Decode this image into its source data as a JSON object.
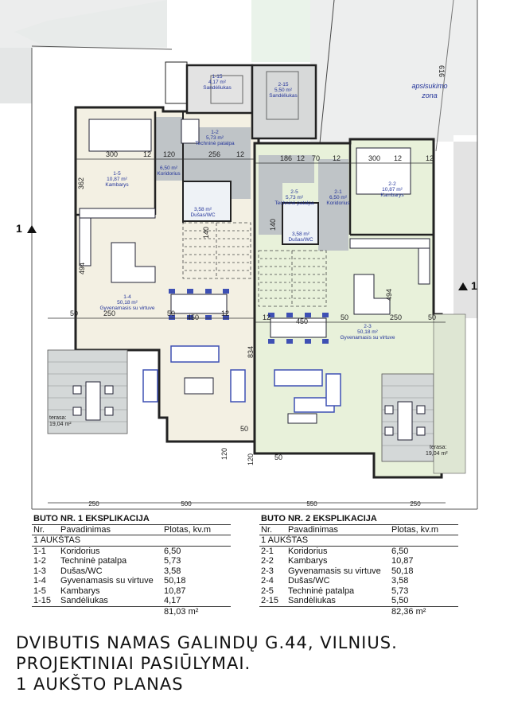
{
  "labels": {
    "apsisukimo": "apsisukimo",
    "zona": "zona",
    "section_marker": "1",
    "terasa_label": "terasa:",
    "terasa_left_area": "19,04 m²",
    "terasa_right_area": "19,04 m²",
    "bottom_dims_left": [
      "250",
      "500"
    ],
    "bottom_dims_right": [
      "550",
      "250"
    ]
  },
  "rooms": {
    "r1_15": {
      "code": "1-15",
      "area": "4,17 m²",
      "name": "Sandėliukas"
    },
    "r2_15": {
      "code": "2-15",
      "area": "5,50 m²",
      "name": "Sandėliukas"
    },
    "r1_2": {
      "code": "1-2",
      "area": "5,73 m²",
      "name": "Techninė patalpa"
    },
    "r1_1": {
      "area": "6,50 m²",
      "name": "Koridorius"
    },
    "r1_5": {
      "code": "1-5",
      "area": "10,87 m²",
      "name": "Kambarys"
    },
    "r1_3": {
      "area": "3,58 m²",
      "name": "Dušas/WC"
    },
    "r1_4": {
      "code": "1-4",
      "area": "50,18 m²",
      "name": "Gyvenamasis su virtuve"
    },
    "r2_5": {
      "code": "2-5",
      "area": "5,73 m²",
      "name": "Techninė patalpa"
    },
    "r2_1": {
      "code": "2-1",
      "area": "6,50 m²",
      "name": "Koridorius"
    },
    "r2_2": {
      "code": "2-2",
      "area": "10,87 m²",
      "name": "Kambarys"
    },
    "r2_4": {
      "area": "3,58 m²",
      "name": "Dušas/WC"
    },
    "r2_3": {
      "code": "2-3",
      "area": "50,18 m²",
      "name": "Gyvenamasis su virtuve"
    }
  },
  "explication_1": {
    "title": "BUTO NR. 1 EKSPLIKACIJA",
    "col_nr": "Nr.",
    "col_name": "Pavadinimas",
    "col_area": "Plotas, kv.m",
    "floor": "1 AUKŠTAS",
    "rows": [
      {
        "nr": "1-1",
        "name": "Koridorius",
        "area": "6,50"
      },
      {
        "nr": "1-2",
        "name": "Techninė patalpa",
        "area": "5,73"
      },
      {
        "nr": "1-3",
        "name": "Dušas/WC",
        "area": "3,58"
      },
      {
        "nr": "1-4",
        "name": "Gyvenamasis su virtuve",
        "area": "50,18"
      },
      {
        "nr": "1-5",
        "name": "Kambarys",
        "area": "10,87"
      },
      {
        "nr": "1-15",
        "name": "Sandėliukas",
        "area": "4,17"
      }
    ],
    "total": "81,03 m²"
  },
  "explication_2": {
    "title": "BUTO NR. 2 EKSPLIKACIJA",
    "col_nr": "Nr.",
    "col_name": "Pavadinimas",
    "col_area": "Plotas, kv.m",
    "floor": "1 AUKŠTAS",
    "rows": [
      {
        "nr": "2-1",
        "name": "Koridorius",
        "area": "6,50"
      },
      {
        "nr": "2-2",
        "name": "Kambarys",
        "area": "10,87"
      },
      {
        "nr": "2-3",
        "name": "Gyvenamasis su virtuve",
        "area": "50,18"
      },
      {
        "nr": "2-4",
        "name": "Dušas/WC",
        "area": "3,58"
      },
      {
        "nr": "2-5",
        "name": "Techninė patalpa",
        "area": "5,73"
      },
      {
        "nr": "2-15",
        "name": "Sandėliukas",
        "area": "5,50"
      }
    ],
    "total": "82,36 m²"
  },
  "title_lines": [
    "DVIBUTIS NAMAS GALINDŲ G.44, VILNIUS.",
    "PROJEKTINIAI PASIŪLYMAI.",
    "1 AUKŠTO PLANAS"
  ]
}
